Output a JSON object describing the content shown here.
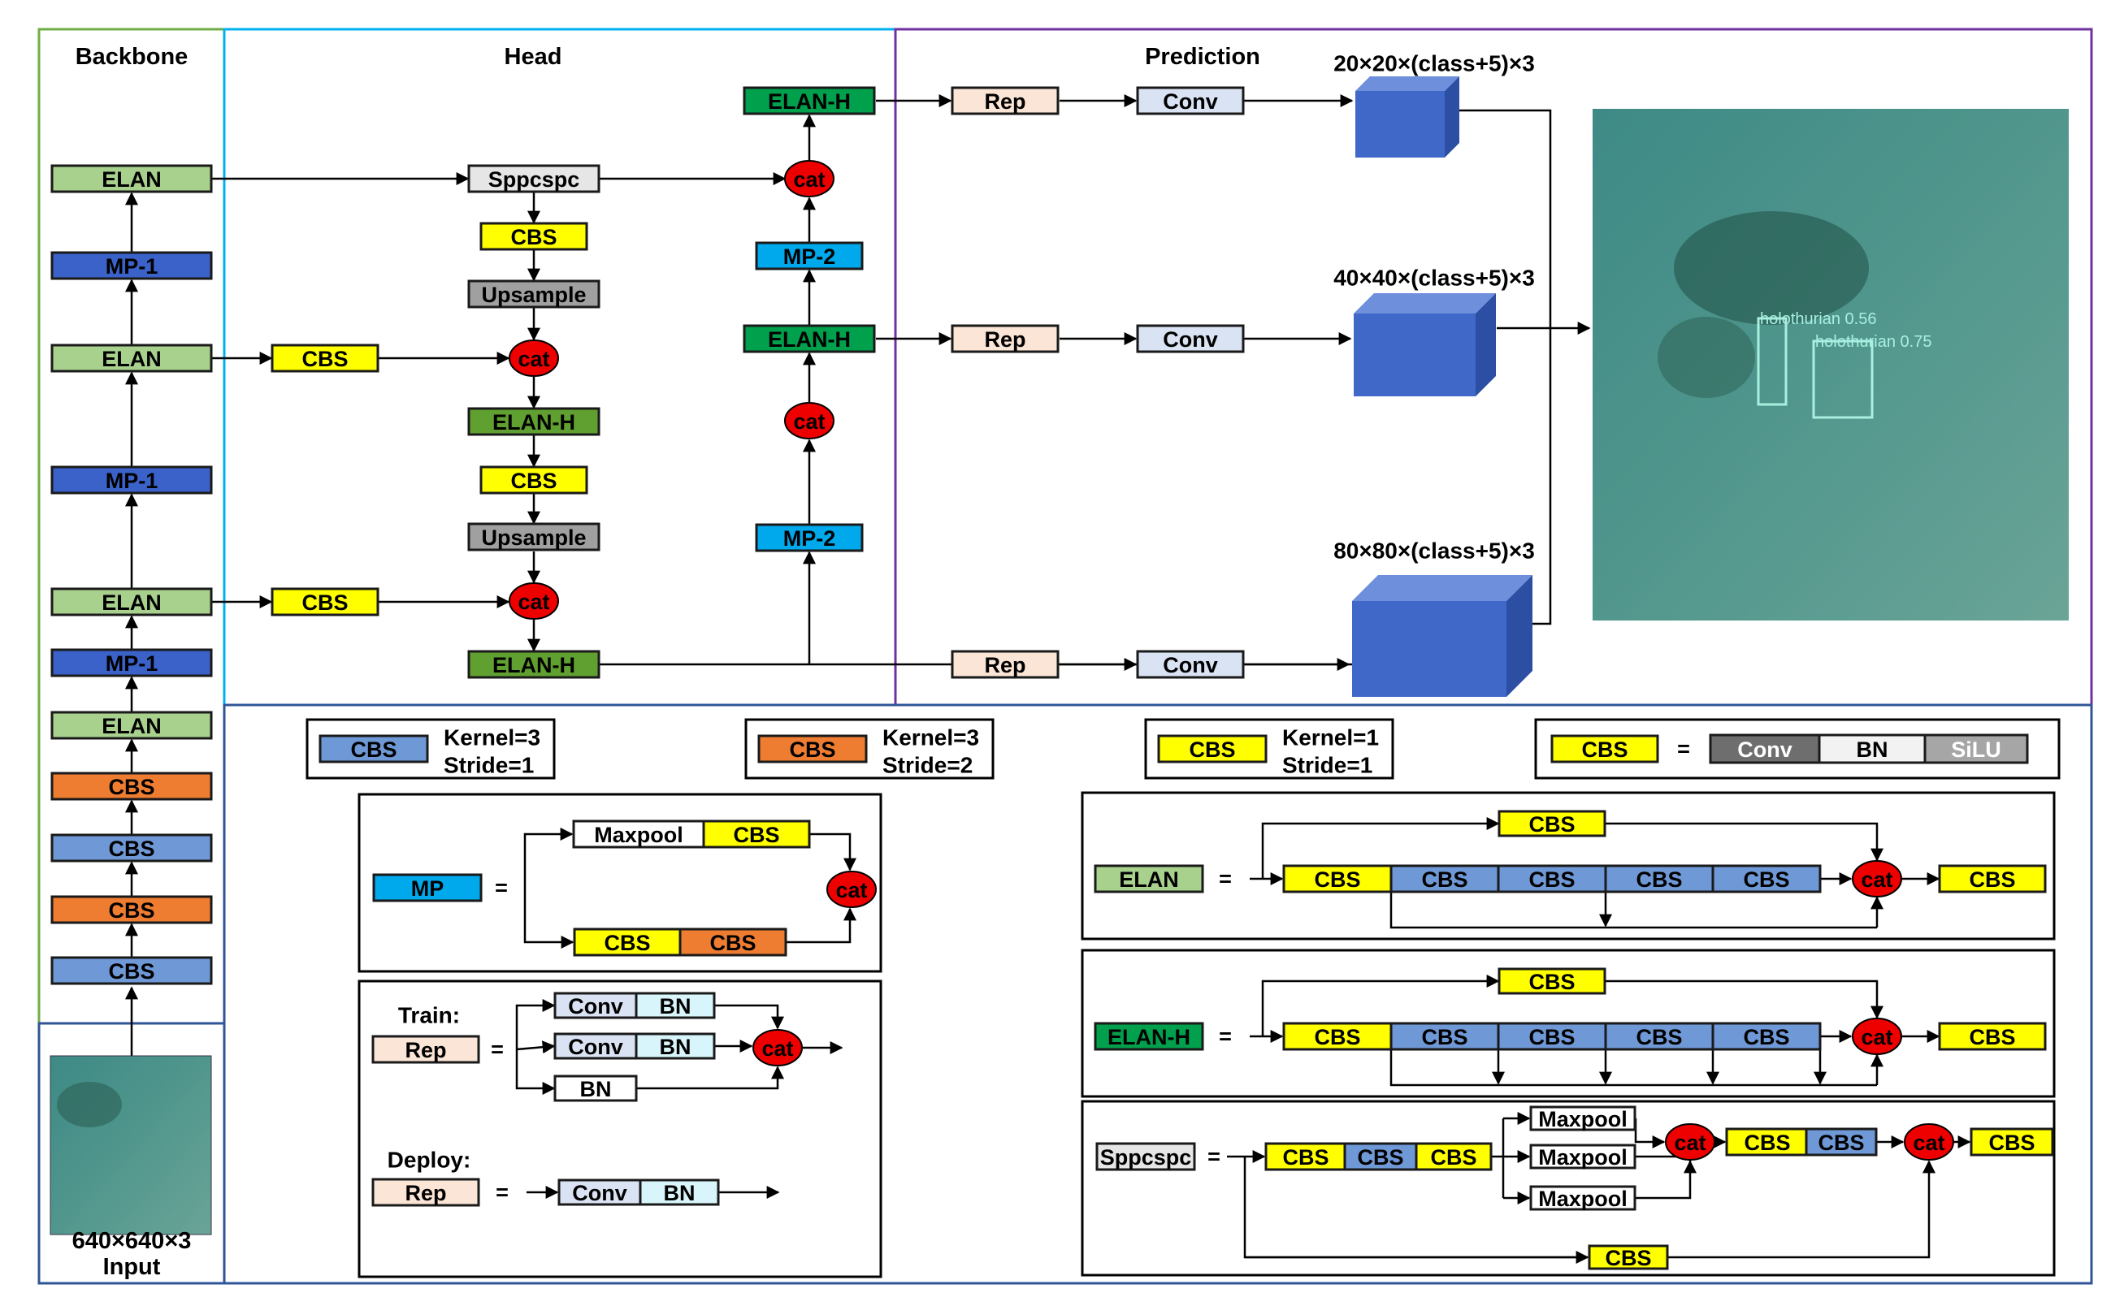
{
  "sections": {
    "backbone": "Backbone",
    "head": "Head",
    "prediction": "Prediction"
  },
  "input": {
    "size": "640×640×3",
    "label": "Input"
  },
  "backbone_blocks": [
    "CBS",
    "CBS",
    "CBS",
    "CBS",
    "ELAN",
    "MP-1",
    "ELAN",
    "MP-1",
    "ELAN",
    "MP-1",
    "ELAN"
  ],
  "head_blocks": {
    "sppcspc": "Sppcspc",
    "cbs": "CBS",
    "upsample": "Upsample",
    "cat": "cat",
    "elan_h": "ELAN-H",
    "mp2": "MP-2"
  },
  "prediction": {
    "rep": "Rep",
    "conv": "Conv",
    "outputs": [
      "20×20×(class+5)×3",
      "40×40×(class+5)×3",
      "80×80×(class+5)×3"
    ],
    "detections": [
      "holothurian 0.56",
      "holothurian 0.75"
    ]
  },
  "legend": {
    "cbs_label": "CBS",
    "cbs_k3s1": {
      "kernel": "Kernel=3",
      "stride": "Stride=1"
    },
    "cbs_k3s2": {
      "kernel": "Kernel=3",
      "stride": "Stride=2"
    },
    "cbs_k1s1": {
      "kernel": "Kernel=1",
      "stride": "Stride=1"
    },
    "equals": "=",
    "cbs_def": [
      "Conv",
      "BN",
      "SiLU"
    ],
    "mp": {
      "name": "MP",
      "maxpool": "Maxpool",
      "cbs": "CBS",
      "cat": "cat"
    },
    "rep": {
      "train": "Train:",
      "deploy": "Deploy:",
      "name": "Rep",
      "conv": "Conv",
      "bn": "BN",
      "cat": "cat"
    },
    "elan": {
      "name": "ELAN",
      "cbs": "CBS",
      "cat": "cat"
    },
    "elan_h": {
      "name": "ELAN-H",
      "cbs": "CBS",
      "cat": "cat"
    },
    "sppcspc": {
      "name": "Sppcspc",
      "cbs": "CBS",
      "maxpool": "Maxpool",
      "cat": "cat"
    }
  },
  "colors": {
    "cbs_yellow": "#ffff00",
    "cbs_k3s1_blue": "#6f98d6",
    "cbs_k3s2_orange": "#ef7d31",
    "elan_green": "#a9d18e",
    "elan_h_green": "#00a04c",
    "elan_h_head": "#60a030",
    "mp1_blue": "#3a62c8",
    "mp2_cyan": "#00a8ec",
    "sppcspc_gray": "#e6e6e6",
    "upsample_gray": "#a0a0a0",
    "rep_peach": "#fbe5d6",
    "conv_lavender": "#dae3f3",
    "bn_cyan": "#d8f5fb",
    "cat_red": "#ee0000",
    "cube_blue": "#3f68c8",
    "water": "#3f8a84"
  }
}
